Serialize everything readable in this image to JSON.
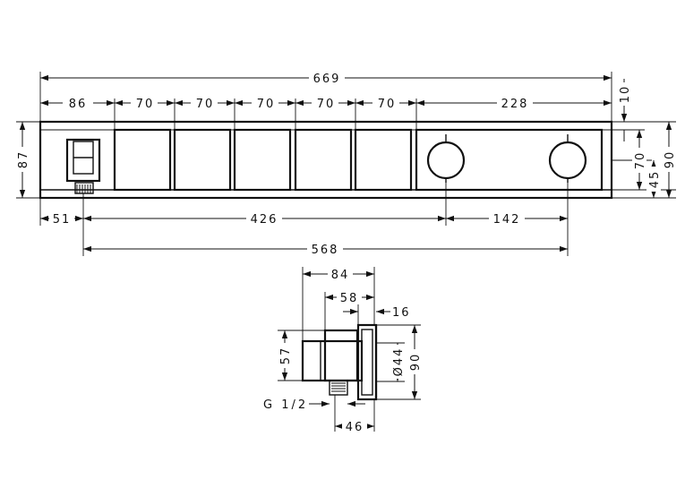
{
  "front_view": {
    "dims": {
      "overall_width": "669",
      "seg_86": "86",
      "seg_70_1": "70",
      "seg_70_2": "70",
      "seg_70_3": "70",
      "seg_70_4": "70",
      "seg_70_5": "70",
      "seg_228": "228",
      "right_10": "10",
      "right_70": "70",
      "right_90": "90",
      "right_45": "45",
      "left_87": "87",
      "bottom_51": "51",
      "bottom_426": "426",
      "bottom_142": "142",
      "bottom_568": "568"
    }
  },
  "side_view": {
    "dims": {
      "depth_84": "84",
      "depth_58": "58",
      "plate_16": "16",
      "height_57": "57",
      "diameter_44": "Ø44",
      "height_90": "90",
      "thread_g12": "G 1/2",
      "depth_46": "46"
    }
  }
}
